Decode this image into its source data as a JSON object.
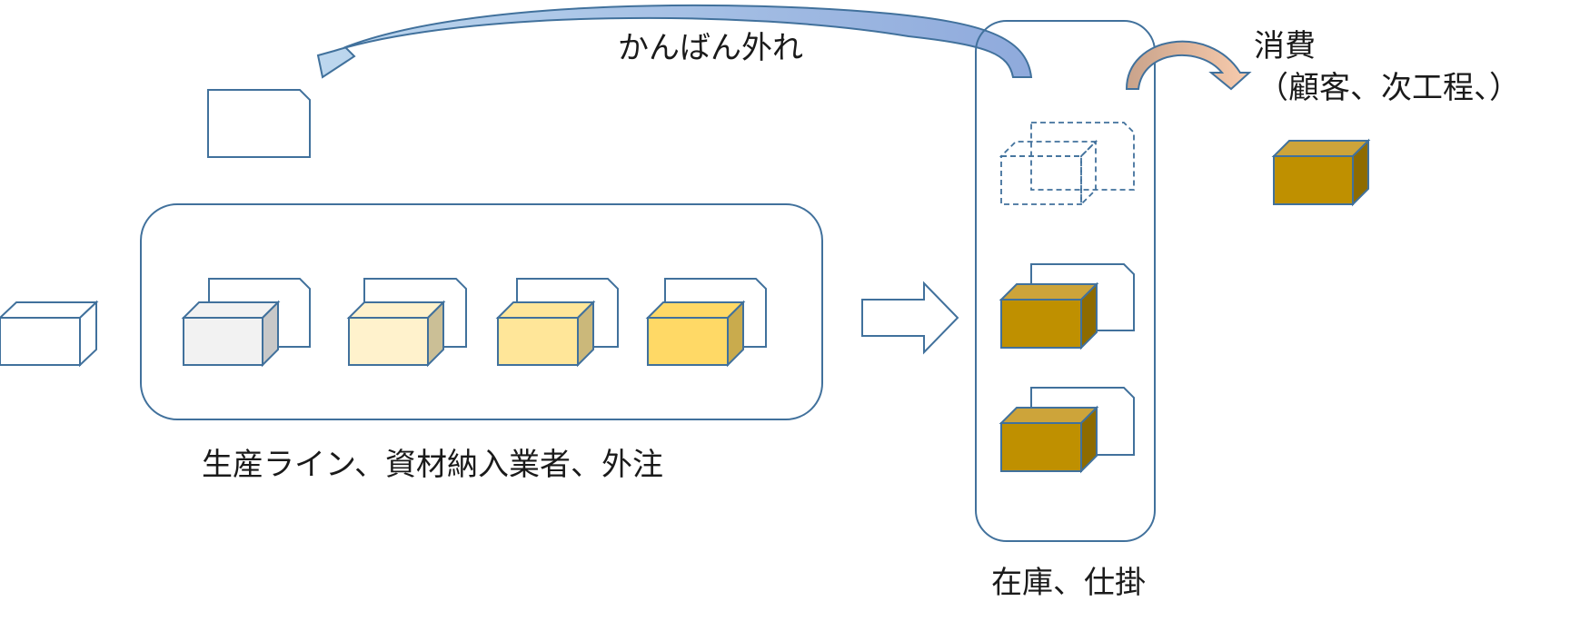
{
  "labels": {
    "kanban_detached": "かんばん外れ",
    "consumption_line1": "消費",
    "consumption_line2": "（顧客、次工程、）",
    "production_sources": "生産ライン、資材納入業者、外注",
    "inventory_wip": "在庫、仕掛"
  },
  "colors": {
    "outline": "#41719c",
    "box_stage1": "#f2f2f2",
    "box_stage2": "#fff2cc",
    "box_stage3": "#ffe699",
    "box_stage4": "#ffd966",
    "product_gold": "#bf9000",
    "return_arrow_light": "#bdd7ee",
    "return_arrow_dark": "#8faadc",
    "consume_arrow_light": "#f8cbad",
    "consume_arrow_dark": "#c9a38b"
  }
}
